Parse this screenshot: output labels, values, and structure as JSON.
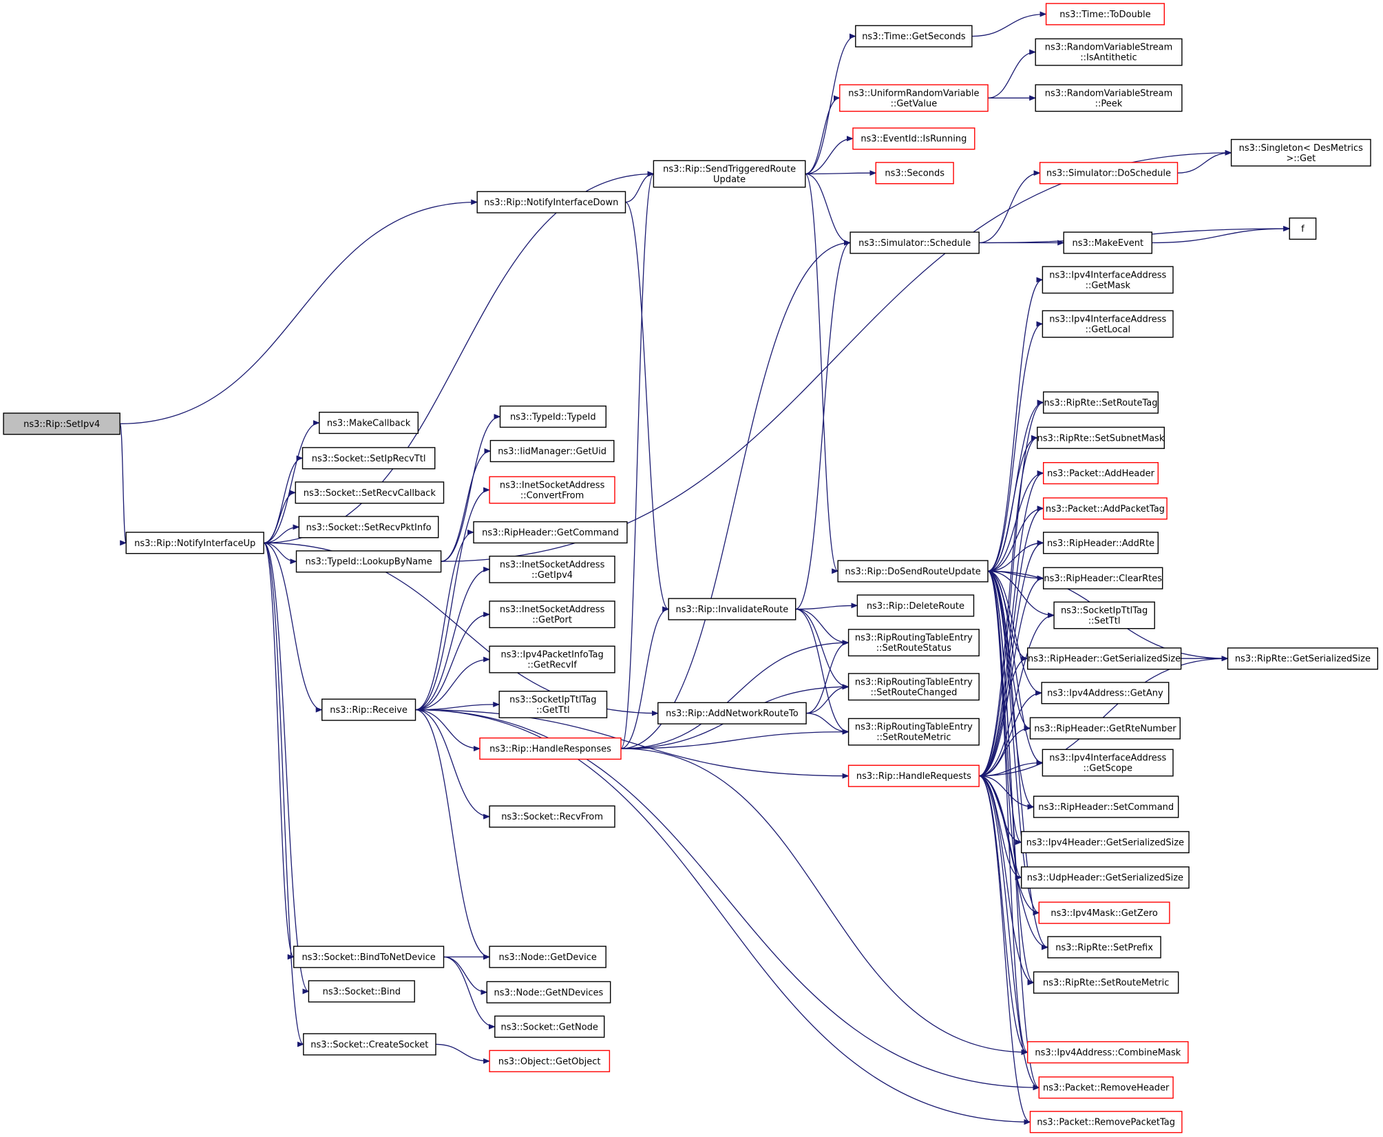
{
  "colors": {
    "edge": "#191970",
    "node_border": "#000000",
    "node_border_incomplete": "#ff0000",
    "root_fill": "#bfbfbf",
    "node_fill": "#ffffff"
  },
  "nodes": [
    {
      "id": "setipv4",
      "lines": [
        "ns3::Rip::SetIpv4"
      ],
      "root": true
    },
    {
      "id": "ifup",
      "lines": [
        "ns3::Rip::NotifyInterfaceUp"
      ]
    },
    {
      "id": "ifdown",
      "lines": [
        "ns3::Rip::NotifyInterfaceDown"
      ]
    },
    {
      "id": "sendtrig",
      "lines": [
        "ns3::Rip::SendTriggeredRoute",
        "Update"
      ]
    },
    {
      "id": "getseconds",
      "lines": [
        "ns3::Time::GetSeconds"
      ]
    },
    {
      "id": "todouble",
      "lines": [
        "ns3::Time::ToDouble"
      ],
      "red": true
    },
    {
      "id": "getvalue",
      "lines": [
        "ns3::UniformRandomVariable",
        "::GetValue"
      ],
      "red": true
    },
    {
      "id": "isanti",
      "lines": [
        "ns3::RandomVariableStream",
        "::IsAntithetic"
      ]
    },
    {
      "id": "peek",
      "lines": [
        "ns3::RandomVariableStream",
        "::Peek"
      ]
    },
    {
      "id": "isrunning",
      "lines": [
        "ns3::EventId::IsRunning"
      ],
      "red": true
    },
    {
      "id": "seconds",
      "lines": [
        "ns3::Seconds"
      ],
      "red": true
    },
    {
      "id": "doschedule",
      "lines": [
        "ns3::Simulator::DoSchedule"
      ],
      "red": true
    },
    {
      "id": "singleton",
      "lines": [
        "ns3::Singleton< DesMetrics",
        ">::Get"
      ]
    },
    {
      "id": "schedule",
      "lines": [
        "ns3::Simulator::Schedule"
      ]
    },
    {
      "id": "makeevent",
      "lines": [
        "ns3::MakeEvent"
      ]
    },
    {
      "id": "f",
      "lines": [
        "f"
      ]
    },
    {
      "id": "makecallback",
      "lines": [
        "ns3::MakeCallback"
      ]
    },
    {
      "id": "setiprecvttl",
      "lines": [
        "ns3::Socket::SetIpRecvTtl"
      ]
    },
    {
      "id": "setrecvcb",
      "lines": [
        "ns3::Socket::SetRecvCallback"
      ]
    },
    {
      "id": "setrecvpkt",
      "lines": [
        "ns3::Socket::SetRecvPktInfo"
      ]
    },
    {
      "id": "lookup",
      "lines": [
        "ns3::TypeId::LookupByName"
      ]
    },
    {
      "id": "typeid",
      "lines": [
        "ns3::TypeId::TypeId"
      ]
    },
    {
      "id": "getuid",
      "lines": [
        "ns3::IidManager::GetUid"
      ]
    },
    {
      "id": "convertfrom",
      "lines": [
        "ns3::InetSocketAddress",
        "::ConvertFrom"
      ],
      "red": true
    },
    {
      "id": "getcommand",
      "lines": [
        "ns3::RipHeader::GetCommand"
      ]
    },
    {
      "id": "getipv4",
      "lines": [
        "ns3::InetSocketAddress",
        "::GetIpv4"
      ]
    },
    {
      "id": "getport",
      "lines": [
        "ns3::InetSocketAddress",
        "::GetPort"
      ]
    },
    {
      "id": "getrecvif",
      "lines": [
        "ns3::Ipv4PacketInfoTag",
        "::GetRecvIf"
      ]
    },
    {
      "id": "getttl",
      "lines": [
        "ns3::SocketIpTtlTag",
        "::GetTtl"
      ]
    },
    {
      "id": "receive",
      "lines": [
        "ns3::Rip::Receive"
      ]
    },
    {
      "id": "handleresp",
      "lines": [
        "ns3::Rip::HandleResponses"
      ],
      "red": true
    },
    {
      "id": "recvfrom",
      "lines": [
        "ns3::Socket::RecvFrom"
      ]
    },
    {
      "id": "invalidate",
      "lines": [
        "ns3::Rip::InvalidateRoute"
      ]
    },
    {
      "id": "deleteroute",
      "lines": [
        "ns3::Rip::DeleteRoute"
      ]
    },
    {
      "id": "addnetroute",
      "lines": [
        "ns3::Rip::AddNetworkRouteTo"
      ]
    },
    {
      "id": "setroutestatus",
      "lines": [
        "ns3::RipRoutingTableEntry",
        "::SetRouteStatus"
      ]
    },
    {
      "id": "setroutechanged",
      "lines": [
        "ns3::RipRoutingTableEntry",
        "::SetRouteChanged"
      ]
    },
    {
      "id": "setroutemetric",
      "lines": [
        "ns3::RipRoutingTableEntry",
        "::SetRouteMetric"
      ]
    },
    {
      "id": "dosend",
      "lines": [
        "ns3::Rip::DoSendRouteUpdate"
      ]
    },
    {
      "id": "handlereq",
      "lines": [
        "ns3::Rip::HandleRequests"
      ],
      "red": true
    },
    {
      "id": "getmask",
      "lines": [
        "ns3::Ipv4InterfaceAddress",
        "::GetMask"
      ]
    },
    {
      "id": "getlocal",
      "lines": [
        "ns3::Ipv4InterfaceAddress",
        "::GetLocal"
      ]
    },
    {
      "id": "setroutetag",
      "lines": [
        "ns3::RipRte::SetRouteTag"
      ]
    },
    {
      "id": "setsubnetmask",
      "lines": [
        "ns3::RipRte::SetSubnetMask"
      ]
    },
    {
      "id": "addheader",
      "lines": [
        "ns3::Packet::AddHeader"
      ],
      "red": true
    },
    {
      "id": "addpackettag",
      "lines": [
        "ns3::Packet::AddPacketTag"
      ],
      "red": true
    },
    {
      "id": "addrte",
      "lines": [
        "ns3::RipHeader::AddRte"
      ]
    },
    {
      "id": "clearrtes",
      "lines": [
        "ns3::RipHeader::ClearRtes"
      ]
    },
    {
      "id": "setttl",
      "lines": [
        "ns3::SocketIpTtlTag",
        "::SetTtl"
      ]
    },
    {
      "id": "ripheadersize",
      "lines": [
        "ns3::RipHeader::GetSerializedSize"
      ]
    },
    {
      "id": "riprtesize",
      "lines": [
        "ns3::RipRte::GetSerializedSize"
      ]
    },
    {
      "id": "getany",
      "lines": [
        "ns3::Ipv4Address::GetAny"
      ]
    },
    {
      "id": "getrtenumber",
      "lines": [
        "ns3::RipHeader::GetRteNumber"
      ]
    },
    {
      "id": "getscope",
      "lines": [
        "ns3::Ipv4InterfaceAddress",
        "::GetScope"
      ]
    },
    {
      "id": "setcommand",
      "lines": [
        "ns3::RipHeader::SetCommand"
      ]
    },
    {
      "id": "ipv4headersize",
      "lines": [
        "ns3::Ipv4Header::GetSerializedSize"
      ]
    },
    {
      "id": "udpheadersize",
      "lines": [
        "ns3::UdpHeader::GetSerializedSize"
      ]
    },
    {
      "id": "getzero",
      "lines": [
        "ns3::Ipv4Mask::GetZero"
      ],
      "red": true
    },
    {
      "id": "setprefix",
      "lines": [
        "ns3::RipRte::SetPrefix"
      ]
    },
    {
      "id": "setroutemetric2",
      "lines": [
        "ns3::RipRte::SetRouteMetric"
      ]
    },
    {
      "id": "combinemask",
      "lines": [
        "ns3::Ipv4Address::CombineMask"
      ],
      "red": true
    },
    {
      "id": "removeheader",
      "lines": [
        "ns3::Packet::RemoveHeader"
      ],
      "red": true
    },
    {
      "id": "removepackettag",
      "lines": [
        "ns3::Packet::RemovePacketTag"
      ],
      "red": true
    },
    {
      "id": "bindtonetdev",
      "lines": [
        "ns3::Socket::BindToNetDevice"
      ]
    },
    {
      "id": "getdevice",
      "lines": [
        "ns3::Node::GetDevice"
      ]
    },
    {
      "id": "getndevices",
      "lines": [
        "ns3::Node::GetNDevices"
      ]
    },
    {
      "id": "getnode",
      "lines": [
        "ns3::Socket::GetNode"
      ]
    },
    {
      "id": "bind",
      "lines": [
        "ns3::Socket::Bind"
      ]
    },
    {
      "id": "createsocket",
      "lines": [
        "ns3::Socket::CreateSocket"
      ]
    },
    {
      "id": "getobject",
      "lines": [
        "ns3::Object::GetObject"
      ],
      "red": true
    }
  ],
  "edges": [
    [
      "setipv4",
      "ifdown"
    ],
    [
      "setipv4",
      "ifup"
    ],
    [
      "ifup",
      "sendtrig"
    ],
    [
      "ifup",
      "makecallback"
    ],
    [
      "ifup",
      "setiprecvttl"
    ],
    [
      "ifup",
      "setrecvcb"
    ],
    [
      "ifup",
      "setrecvpkt"
    ],
    [
      "ifup",
      "lookup"
    ],
    [
      "ifup",
      "receive"
    ],
    [
      "ifup",
      "addnetroute"
    ],
    [
      "ifup",
      "bindtonetdev"
    ],
    [
      "ifup",
      "bind"
    ],
    [
      "ifup",
      "createsocket"
    ],
    [
      "ifdown",
      "sendtrig"
    ],
    [
      "ifdown",
      "invalidate"
    ],
    [
      "sendtrig",
      "getseconds"
    ],
    [
      "sendtrig",
      "getvalue"
    ],
    [
      "sendtrig",
      "isrunning"
    ],
    [
      "sendtrig",
      "seconds"
    ],
    [
      "sendtrig",
      "schedule"
    ],
    [
      "sendtrig",
      "dosend"
    ],
    [
      "getseconds",
      "todouble"
    ],
    [
      "getvalue",
      "isanti"
    ],
    [
      "getvalue",
      "peek"
    ],
    [
      "doschedule",
      "singleton"
    ],
    [
      "schedule",
      "doschedule"
    ],
    [
      "schedule",
      "makeevent"
    ],
    [
      "schedule",
      "f"
    ],
    [
      "makeevent",
      "f"
    ],
    [
      "lookup",
      "typeid"
    ],
    [
      "lookup",
      "getuid"
    ],
    [
      "lookup",
      "singleton"
    ],
    [
      "receive",
      "convertfrom"
    ],
    [
      "receive",
      "getcommand"
    ],
    [
      "receive",
      "getipv4"
    ],
    [
      "receive",
      "getport"
    ],
    [
      "receive",
      "getrecvif"
    ],
    [
      "receive",
      "getttl"
    ],
    [
      "receive",
      "handleresp"
    ],
    [
      "receive",
      "recvfrom"
    ],
    [
      "receive",
      "handlereq"
    ],
    [
      "receive",
      "getdevice"
    ],
    [
      "receive",
      "removepackettag"
    ],
    [
      "receive",
      "removeheader"
    ],
    [
      "handleresp",
      "sendtrig"
    ],
    [
      "handleresp",
      "schedule"
    ],
    [
      "handleresp",
      "invalidate"
    ],
    [
      "handleresp",
      "setroutestatus"
    ],
    [
      "handleresp",
      "setroutechanged"
    ],
    [
      "handleresp",
      "setroutemetric"
    ],
    [
      "handleresp",
      "combinemask"
    ],
    [
      "invalidate",
      "schedule"
    ],
    [
      "invalidate",
      "deleteroute"
    ],
    [
      "invalidate",
      "setroutestatus"
    ],
    [
      "invalidate",
      "setroutechanged"
    ],
    [
      "invalidate",
      "setroutemetric"
    ],
    [
      "addnetroute",
      "setroutestatus"
    ],
    [
      "addnetroute",
      "setroutechanged"
    ],
    [
      "addnetroute",
      "setroutemetric"
    ],
    [
      "dosend",
      "getmask"
    ],
    [
      "dosend",
      "getlocal"
    ],
    [
      "dosend",
      "setroutetag"
    ],
    [
      "dosend",
      "setsubnetmask"
    ],
    [
      "dosend",
      "addheader"
    ],
    [
      "dosend",
      "addpackettag"
    ],
    [
      "dosend",
      "addrte"
    ],
    [
      "dosend",
      "clearrtes"
    ],
    [
      "dosend",
      "setttl"
    ],
    [
      "dosend",
      "ripheadersize"
    ],
    [
      "dosend",
      "riprtesize"
    ],
    [
      "dosend",
      "getany"
    ],
    [
      "dosend",
      "getrtenumber"
    ],
    [
      "dosend",
      "getscope"
    ],
    [
      "dosend",
      "setcommand"
    ],
    [
      "dosend",
      "ipv4headersize"
    ],
    [
      "dosend",
      "udpheadersize"
    ],
    [
      "dosend",
      "getzero"
    ],
    [
      "dosend",
      "setprefix"
    ],
    [
      "dosend",
      "setroutemetric2"
    ],
    [
      "dosend",
      "combinemask"
    ],
    [
      "dosend",
      "removeheader"
    ],
    [
      "handlereq",
      "setroutetag"
    ],
    [
      "handlereq",
      "setsubnetmask"
    ],
    [
      "handlereq",
      "addheader"
    ],
    [
      "handlereq",
      "addpackettag"
    ],
    [
      "handlereq",
      "addrte"
    ],
    [
      "handlereq",
      "clearrtes"
    ],
    [
      "handlereq",
      "setttl"
    ],
    [
      "handlereq",
      "ripheadersize"
    ],
    [
      "handlereq",
      "riprtesize"
    ],
    [
      "handlereq",
      "getany"
    ],
    [
      "handlereq",
      "getrtenumber"
    ],
    [
      "handlereq",
      "getscope"
    ],
    [
      "handlereq",
      "setcommand"
    ],
    [
      "handlereq",
      "ipv4headersize"
    ],
    [
      "handlereq",
      "udpheadersize"
    ],
    [
      "handlereq",
      "getzero"
    ],
    [
      "handlereq",
      "setprefix"
    ],
    [
      "handlereq",
      "setroutemetric2"
    ],
    [
      "handlereq",
      "combinemask"
    ],
    [
      "handlereq",
      "removeheader"
    ],
    [
      "handlereq",
      "removepackettag"
    ],
    [
      "ripheadersize",
      "riprtesize"
    ],
    [
      "bindtonetdev",
      "getdevice"
    ],
    [
      "bindtonetdev",
      "getndevices"
    ],
    [
      "bindtonetdev",
      "getnode"
    ],
    [
      "createsocket",
      "getobject"
    ]
  ]
}
